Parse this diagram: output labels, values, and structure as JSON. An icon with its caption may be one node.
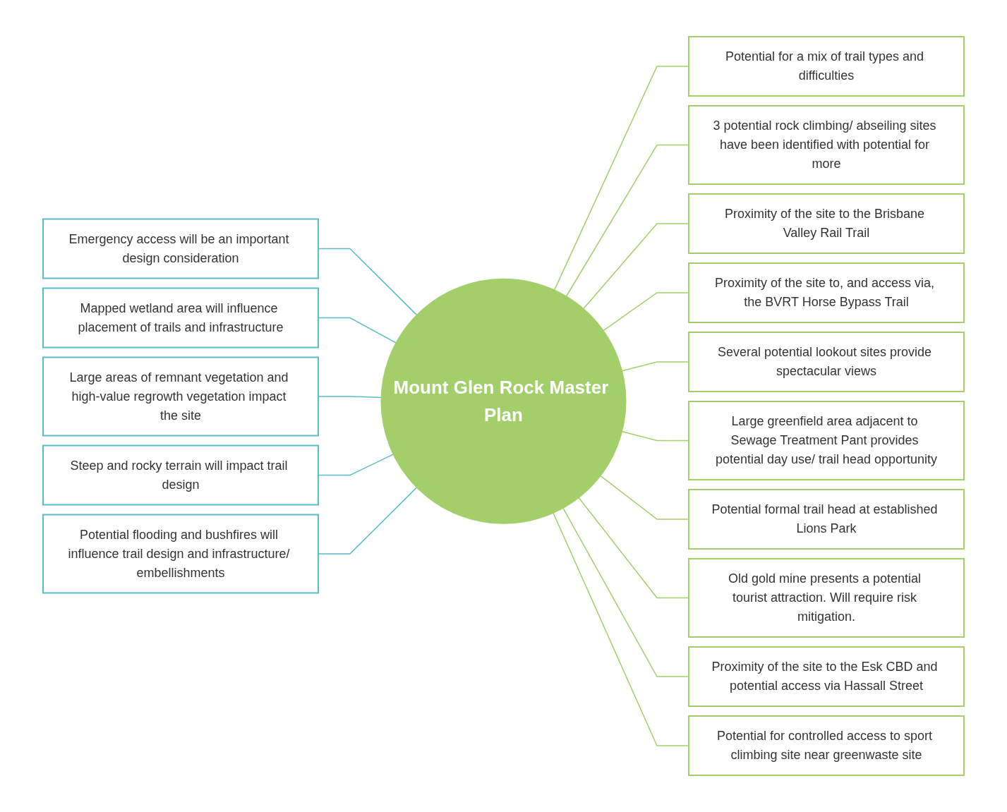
{
  "diagram": {
    "nodes": [
      {
        "text": [
          "Emergency access will be an important design consideration"
        ]
      },
      {
        "text": [
          "Mapped wetland area will influence placement of trails and infrastructure"
        ]
      },
      {
        "text": [
          "Large areas of remnant vegetation and high-value regrowth vegetation impact the site"
        ]
      },
      {
        "text": [
          "Steep and rocky terrain will impact trail design"
        ]
      },
      {
        "text": [
          "Potential flooding and bushfires will influence trail design and infrastructure/ embellishments"
        ]
      },
      {
        "text": [
          "Mount Glen Rock Master Plan"
        ]
      },
      {
        "text": [
          "Potential for a mix of trail types and difficulties"
        ]
      },
      {
        "text": [
          "3 potential rock climbing/ abseiling sites have been identified with potential for more"
        ]
      },
      {
        "text": [
          "Proximity of the site to the Brisbane Valley Rail Trail"
        ]
      },
      {
        "text": [
          "Proximity of the site to, and access via, the BVRT Horse Bypass Trail"
        ]
      },
      {
        "text": [
          "Several potential lookout sites provide spectacular views"
        ]
      },
      {
        "text": [
          "Large greenfield area adjacent to Sewage Treatment Pant provides potential day use/ trail head opportunity"
        ]
      },
      {
        "text": [
          "Potential formal trail head at established Lions Park"
        ]
      },
      {
        "text": [
          "Old gold mine presents a potential tourist attraction. Will require risk mitigation."
        ]
      },
      {
        "text": [
          "Proximity of the site to the Esk CBD and potential access via Hassall Street"
        ]
      },
      {
        "text": [
          "Potential for controlled access to sport climbing site near greenwaste site"
        ]
      }
    ],
    "edges": [
      {
        "from": 0,
        "to": 5,
        "arrow": "none",
        "color": "#5bbcc9"
      },
      {
        "from": 1,
        "to": 5,
        "arrow": "none",
        "color": "#5bbcc9"
      },
      {
        "from": 2,
        "to": 5,
        "arrow": "none",
        "color": "#5bbcc9"
      },
      {
        "from": 3,
        "to": 5,
        "arrow": "none",
        "color": "#5bbcc9"
      },
      {
        "from": 4,
        "to": 5,
        "arrow": "none",
        "color": "#5bbcc9"
      },
      {
        "from": 5,
        "to": 6,
        "arrow": "none"
      },
      {
        "from": 5,
        "to": 7,
        "arrow": "none"
      },
      {
        "from": 5,
        "to": 8,
        "arrow": "none"
      },
      {
        "from": 5,
        "to": 9,
        "arrow": "none"
      },
      {
        "from": 5,
        "to": 10,
        "arrow": "none"
      },
      {
        "from": 5,
        "to": 11,
        "arrow": "none"
      },
      {
        "from": 5,
        "to": 12,
        "arrow": "none"
      },
      {
        "from": 5,
        "to": 13,
        "arrow": "none"
      },
      {
        "from": 5,
        "to": 14,
        "arrow": "none"
      },
      {
        "from": 5,
        "to": 15,
        "arrow": "none"
      }
    ]
  }
}
